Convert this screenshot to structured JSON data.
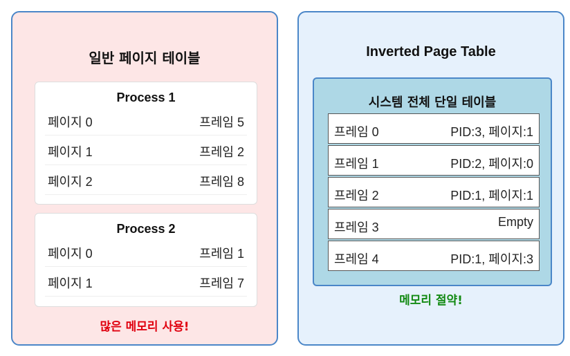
{
  "left": {
    "title": "일반 페이지 테이블",
    "processes": [
      {
        "title": "Process 1",
        "rows": [
          {
            "page": "페이지 0",
            "frame": "프레임 5"
          },
          {
            "page": "페이지 1",
            "frame": "프레임 2"
          },
          {
            "page": "페이지 2",
            "frame": "프레임 8"
          }
        ]
      },
      {
        "title": "Process 2",
        "rows": [
          {
            "page": "페이지 0",
            "frame": "프레임 1"
          },
          {
            "page": "페이지 1",
            "frame": "프레임 7"
          }
        ]
      }
    ],
    "note": "많은 메모리 사용!",
    "note_color": "#e0000f"
  },
  "right": {
    "title": "Inverted Page Table",
    "system_title": "시스템 전체 단일 테이블",
    "frames": [
      {
        "frame": "프레임 0",
        "entry": "PID:3, 페이지:1"
      },
      {
        "frame": "프레임 1",
        "entry": "PID:2, 페이지:0"
      },
      {
        "frame": "프레임 2",
        "entry": "PID:1, 페이지:1"
      },
      {
        "frame": "프레임 3",
        "entry": "Empty"
      },
      {
        "frame": "프레임 4",
        "entry": "PID:1, 페이지:3"
      }
    ],
    "note": "메모리 절약!",
    "note_color": "#138a13"
  },
  "colors": {
    "border": "#4a86c8",
    "left_bg": "#fde6e6",
    "right_bg": "#e6f1fc",
    "system_bg": "#aed8e6"
  }
}
